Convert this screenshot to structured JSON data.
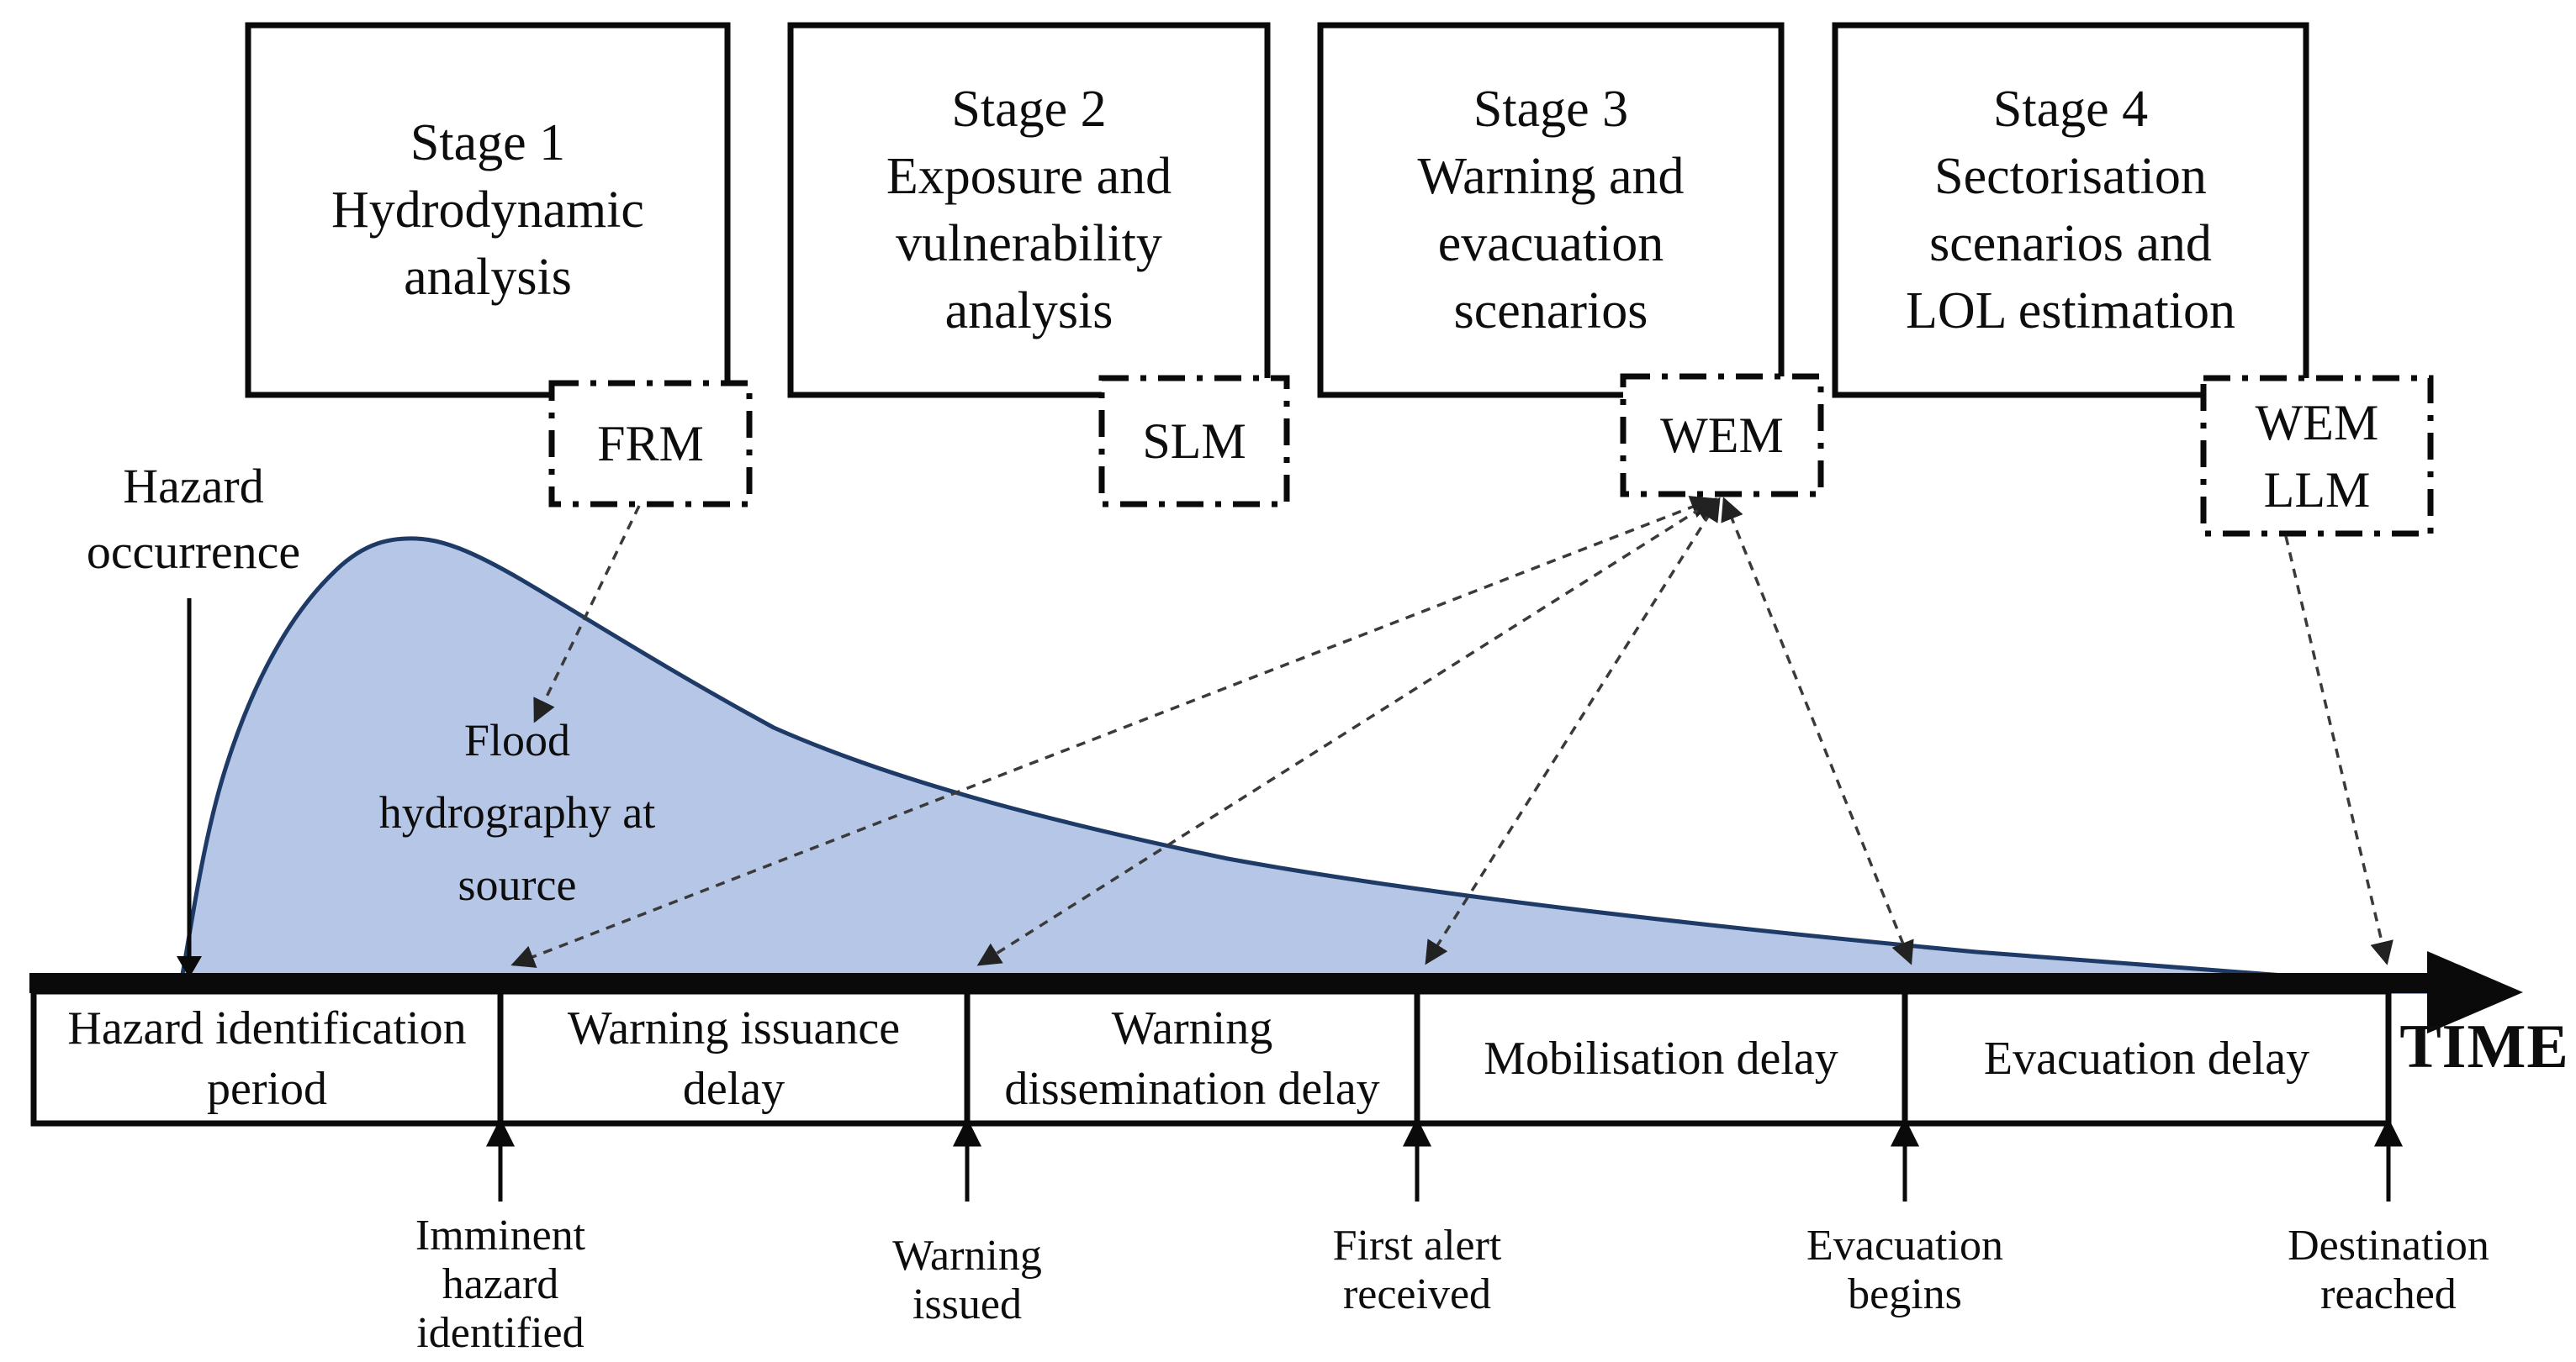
{
  "stages": [
    {
      "title": "Stage 1\nHydrodynamic\nanalysis",
      "badge": "FRM"
    },
    {
      "title": "Stage 2\nExposure and\nvulnerability\nanalysis",
      "badge": "SLM"
    },
    {
      "title": "Stage 3\nWarning and\nevacuation\nscenarios",
      "badge": "WEM"
    },
    {
      "title": "Stage 4\nSectorisation\nscenarios and\nLOL estimation",
      "badge": "WEM\nLLM"
    }
  ],
  "annotations": {
    "hazard_occurrence": "Hazard\noccurrence",
    "hydrograph_label": "Flood\nhydrography at\nsource"
  },
  "timeline": {
    "axis_label": "TIME",
    "segments": [
      {
        "label": "Hazard identification\nperiod"
      },
      {
        "label": "Warning issuance\ndelay"
      },
      {
        "label": "Warning\ndissemination delay"
      },
      {
        "label": "Mobilisation delay"
      },
      {
        "label": "Evacuation delay"
      }
    ],
    "milestones": [
      {
        "label": "Imminent\nhazard\nidentified"
      },
      {
        "label": "Warning\nissued"
      },
      {
        "label": "First alert\nreceived"
      },
      {
        "label": "Evacuation\nbegins"
      },
      {
        "label": "Destination\nreached"
      }
    ]
  },
  "colors": {
    "hydrograph_fill": "#b6c6e6",
    "hydrograph_stroke": "#1e3a66",
    "ink": "#0d0d0d",
    "connector": "#3a3a3a"
  }
}
